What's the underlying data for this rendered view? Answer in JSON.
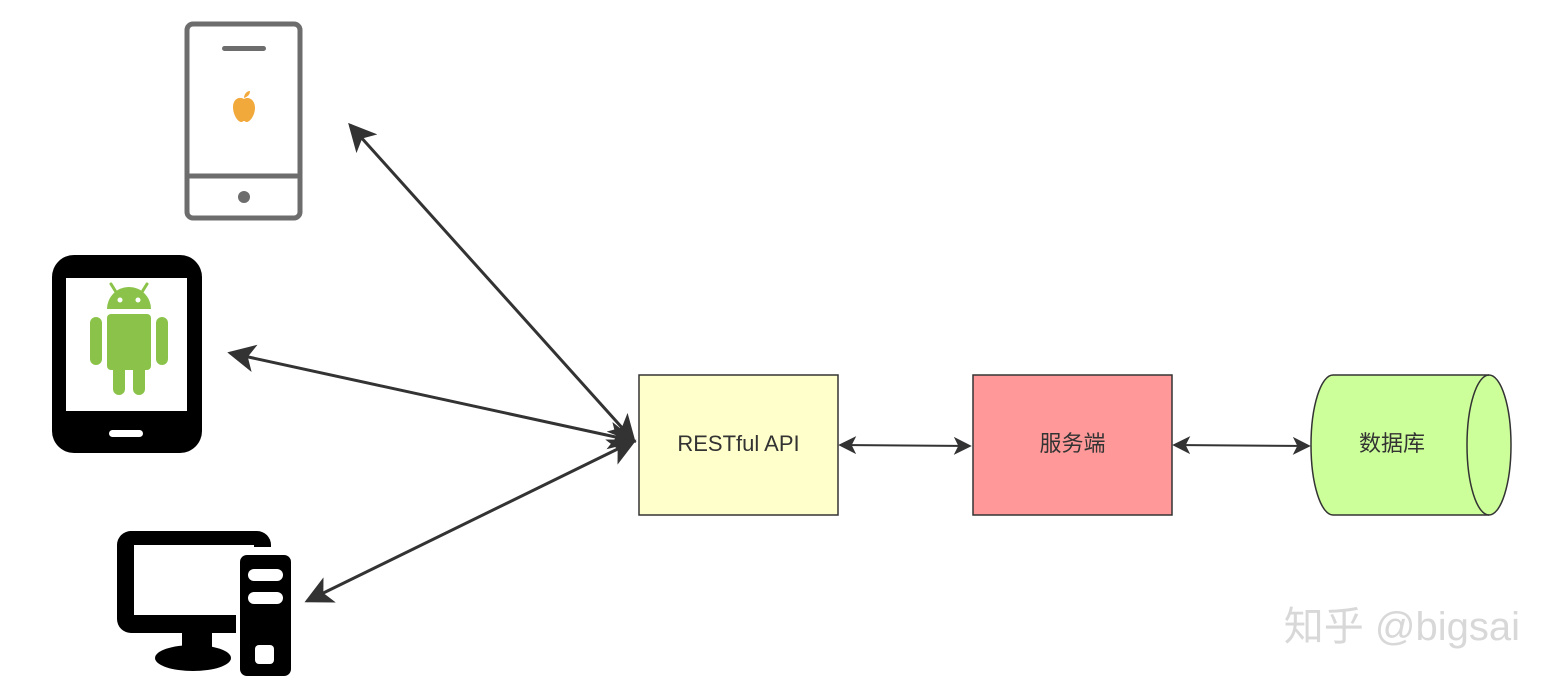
{
  "diagram": {
    "nodes": {
      "api": {
        "label": "RESTful API",
        "fill": "#ffffcc"
      },
      "server": {
        "label": "服务端",
        "fill": "#ff9999"
      },
      "database": {
        "label": "数据库",
        "fill": "#ccff99"
      }
    },
    "clients": [
      {
        "icon": "iphone-icon"
      },
      {
        "icon": "android-tablet-icon"
      },
      {
        "icon": "desktop-computer-icon"
      }
    ]
  },
  "watermark": {
    "text": "知乎 @bigsai",
    "color": "#d8d8d8"
  },
  "colors": {
    "edge": "#333333",
    "apple": "#f2a93b",
    "android": "#8bc34a",
    "phone_frame": "#6d6d6d"
  }
}
